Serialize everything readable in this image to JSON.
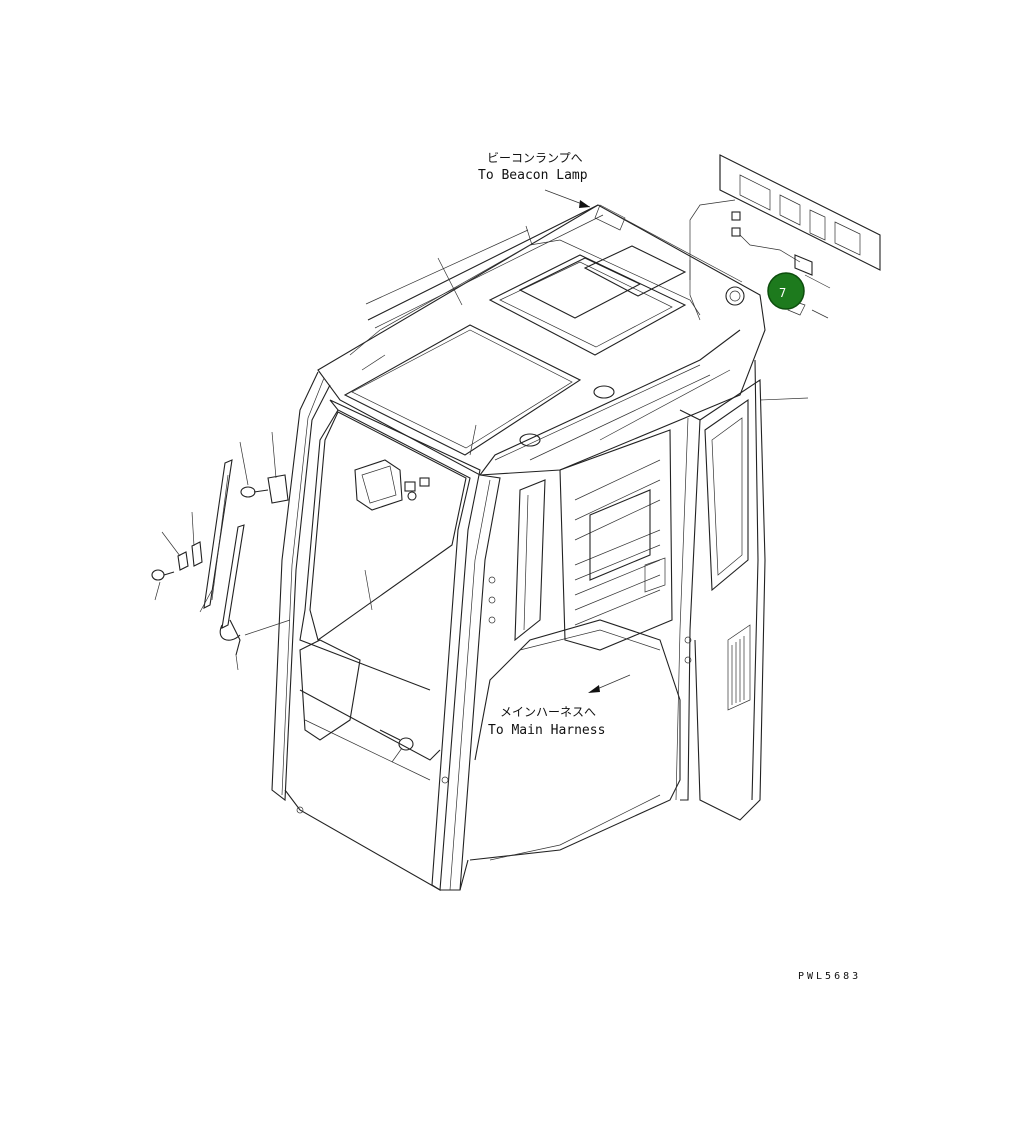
{
  "diagram": {
    "beacon_label_ja": "ビーコンランプへ",
    "beacon_label_en": "To Beacon Lamp",
    "harness_label_ja": "メインハーネスへ",
    "harness_label_en": "To Main Harness",
    "callout_number": "7",
    "drawing_code": "PWL5683"
  },
  "colors": {
    "callout_fill": "#1d7a1d",
    "line": "#222222",
    "background": "#ffffff"
  }
}
